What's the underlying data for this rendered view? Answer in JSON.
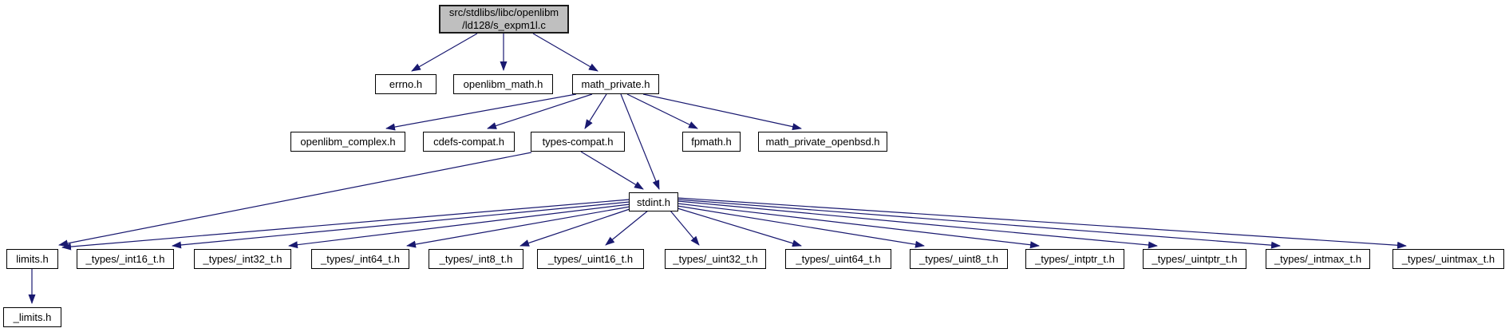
{
  "diagram": {
    "type": "include-dependency-graph",
    "background_color": "#ffffff",
    "edge_color": "#191970",
    "node_fill": "#ffffff",
    "node_border_color": "#000000",
    "root_fill": "#bfbfbf",
    "text_color": "#000000"
  },
  "nodes": {
    "root": {
      "line1": "src/stdlibs/libc/openlibm",
      "line2": "/ld128/s_expm1l.c"
    },
    "errno": {
      "label": "errno.h"
    },
    "openlibm_math": {
      "label": "openlibm_math.h"
    },
    "math_private": {
      "label": "math_private.h"
    },
    "openlibm_complex": {
      "label": "openlibm_complex.h"
    },
    "cdefs_compat": {
      "label": "cdefs-compat.h"
    },
    "types_compat": {
      "label": "types-compat.h"
    },
    "fpmath": {
      "label": "fpmath.h"
    },
    "math_private_openbsd": {
      "label": "math_private_openbsd.h"
    },
    "stdint": {
      "label": "stdint.h"
    },
    "limits": {
      "label": "limits.h"
    },
    "int16": {
      "label": "_types/_int16_t.h"
    },
    "int32": {
      "label": "_types/_int32_t.h"
    },
    "int64": {
      "label": "_types/_int64_t.h"
    },
    "int8": {
      "label": "_types/_int8_t.h"
    },
    "uint16": {
      "label": "_types/_uint16_t.h"
    },
    "uint32": {
      "label": "_types/_uint32_t.h"
    },
    "uint64": {
      "label": "_types/_uint64_t.h"
    },
    "uint8": {
      "label": "_types/_uint8_t.h"
    },
    "intptr": {
      "label": "_types/_intptr_t.h"
    },
    "uintptr": {
      "label": "_types/_uintptr_t.h"
    },
    "intmax": {
      "label": "_types/_intmax_t.h"
    },
    "uintmax": {
      "label": "_types/_uintmax_t.h"
    },
    "limits_private": {
      "label": "_limits.h"
    }
  },
  "edges": [
    {
      "from": "src/stdlibs/libc/openlibm/ld128/s_expm1l.c",
      "to": "errno.h"
    },
    {
      "from": "src/stdlibs/libc/openlibm/ld128/s_expm1l.c",
      "to": "openlibm_math.h"
    },
    {
      "from": "src/stdlibs/libc/openlibm/ld128/s_expm1l.c",
      "to": "math_private.h"
    },
    {
      "from": "math_private.h",
      "to": "openlibm_complex.h"
    },
    {
      "from": "math_private.h",
      "to": "cdefs-compat.h"
    },
    {
      "from": "math_private.h",
      "to": "types-compat.h"
    },
    {
      "from": "math_private.h",
      "to": "fpmath.h"
    },
    {
      "from": "math_private.h",
      "to": "math_private_openbsd.h"
    },
    {
      "from": "math_private.h",
      "to": "stdint.h"
    },
    {
      "from": "types-compat.h",
      "to": "stdint.h"
    },
    {
      "from": "types-compat.h",
      "to": "limits.h"
    },
    {
      "from": "stdint.h",
      "to": "limits.h"
    },
    {
      "from": "stdint.h",
      "to": "_types/_int16_t.h"
    },
    {
      "from": "stdint.h",
      "to": "_types/_int32_t.h"
    },
    {
      "from": "stdint.h",
      "to": "_types/_int64_t.h"
    },
    {
      "from": "stdint.h",
      "to": "_types/_int8_t.h"
    },
    {
      "from": "stdint.h",
      "to": "_types/_uint16_t.h"
    },
    {
      "from": "stdint.h",
      "to": "_types/_uint32_t.h"
    },
    {
      "from": "stdint.h",
      "to": "_types/_uint64_t.h"
    },
    {
      "from": "stdint.h",
      "to": "_types/_uint8_t.h"
    },
    {
      "from": "stdint.h",
      "to": "_types/_intptr_t.h"
    },
    {
      "from": "stdint.h",
      "to": "_types/_uintptr_t.h"
    },
    {
      "from": "stdint.h",
      "to": "_types/_intmax_t.h"
    },
    {
      "from": "stdint.h",
      "to": "_types/_uintmax_t.h"
    },
    {
      "from": "limits.h",
      "to": "_limits.h"
    }
  ]
}
